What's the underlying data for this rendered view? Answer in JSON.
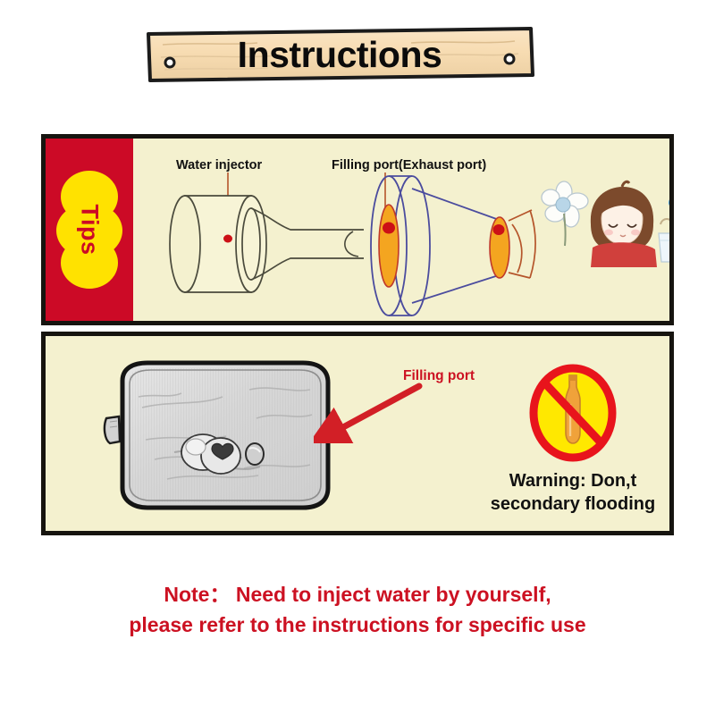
{
  "header": {
    "title": "Instructions",
    "sign_wood_color": "#f6dcb4",
    "sign_outline_color": "#1b1b1b"
  },
  "colors": {
    "panel_background": "#f4f1cf",
    "panel_border": "#16140f",
    "tips_red": "#cc0a26",
    "tips_yellow": "#ffe200",
    "note_red": "#cc1122",
    "arrow_red": "#d21f26",
    "port_orange": "#f4a520",
    "port_dot_red": "#cc1016",
    "diagram_blue": "#4b4c9e",
    "bottle_gray": "#d8d8d8",
    "warning_yellow": "#ffe800",
    "warning_ring_red": "#e8141c"
  },
  "panel_one": {
    "tips_badge_label": "Tips",
    "labels": {
      "water_injector": "Water injector",
      "filling_exhaust_port": "Filling port(Exhaust port)"
    },
    "illustration": {
      "injector_name": "water-injector-funnel",
      "port_name": "filling-port-cone",
      "character_name": "cartoon-girl-with-flower"
    }
  },
  "panel_two": {
    "bottle_name": "hot-water-bottle",
    "labels": {
      "filling_port": "Filling port"
    },
    "warning": {
      "sign_name": "no-bottle-prohibition-sign",
      "line_1": "Warning: Don,t",
      "line_2": "secondary flooding"
    }
  },
  "footer": {
    "note_line_1": "Note： Need to inject water by yourself,",
    "note_line_2": "please refer to the instructions for specific use"
  }
}
